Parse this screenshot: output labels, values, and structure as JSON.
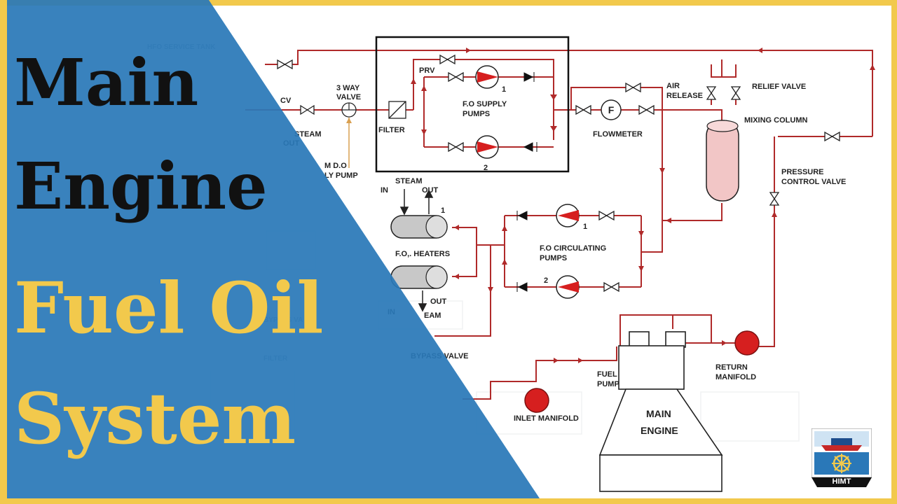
{
  "title": {
    "line1": "Main",
    "line2": "Engine",
    "line3": "Fuel Oil",
    "line4": "System"
  },
  "diagram": {
    "labels": {
      "hfo_tank": "HFO SERVICE TANK",
      "cv": "CV",
      "steam_left": "STEAM",
      "out_left": "OUT",
      "three_way_valve_line1": "3 WAY",
      "three_way_valve_line2": "VALVE",
      "filter": "FILTER",
      "do_pump_line1": "M D.O",
      "do_pump_line2": "LY PUMP",
      "prv": "PRV",
      "supply_pumps_line1": "F.O SUPPLY",
      "supply_pumps_line2": "PUMPS",
      "pump_1": "1",
      "pump_2": "2",
      "flowmeter_symbol": "F",
      "flowmeter": "FLOWMETER",
      "air_release_line1": "AIR",
      "air_release_line2": "RELEASE",
      "relief_valve": "RELIEF VALVE",
      "mixing_column": "MIXING COLUMN",
      "pressure_control_line1": "PRESSURE",
      "pressure_control_line2": "CONTROL VALVE",
      "heater_steam": "STEAM",
      "heater_in": "IN",
      "heater_out": "OUT",
      "heater_1": "1",
      "heaters": "F.O,. HEATERS",
      "heater_out_lower": "OUT",
      "heater_in_lower": "IN",
      "heater_steam_lower": "EAM",
      "circ_pumps_line1": "F.O CIRCULATING",
      "circ_pumps_line2": "PUMPS",
      "circ_1": "1",
      "circ_2": "2",
      "bypass_left": "BYPASS VA",
      "bypass_valve": "BYPASS VALVE",
      "filter_lower": "FILTER",
      "fuel_pump_line1": "FUEL",
      "fuel_pump_line2": "PUMP",
      "inlet_manifold": "INLET MANIFOLD",
      "return_manifold_line1": "RETURN",
      "return_manifold_line2": "MANIFOLD",
      "main_engine_line1": "MAIN",
      "main_engine_line2": "ENGINE"
    }
  },
  "logo": {
    "text": "HIMT"
  },
  "colors": {
    "frame": "#f2c94c",
    "panel": "#2a78b8",
    "pipe": "#b02a2a",
    "pump": "#d61f1f"
  }
}
